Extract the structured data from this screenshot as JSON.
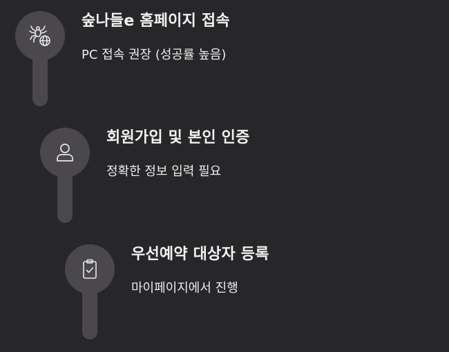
{
  "steps": [
    {
      "icon": "spider-globe-icon",
      "title": "숲나들e 홈페이지 접속",
      "subtitle": "PC 접속 권장 (성공률 높음)"
    },
    {
      "icon": "user-icon",
      "title": "회원가입 및 본인 인증",
      "subtitle": "정확한 정보 입력 필요"
    },
    {
      "icon": "clipboard-check-icon",
      "title": "우선예약 대상자 등록",
      "subtitle": "마이페이지에서 진행"
    }
  ],
  "colors": {
    "background": "#272629",
    "marker": "#4a484d",
    "icon_stroke": "#e8e8e8",
    "text": "#f3f3f3"
  }
}
